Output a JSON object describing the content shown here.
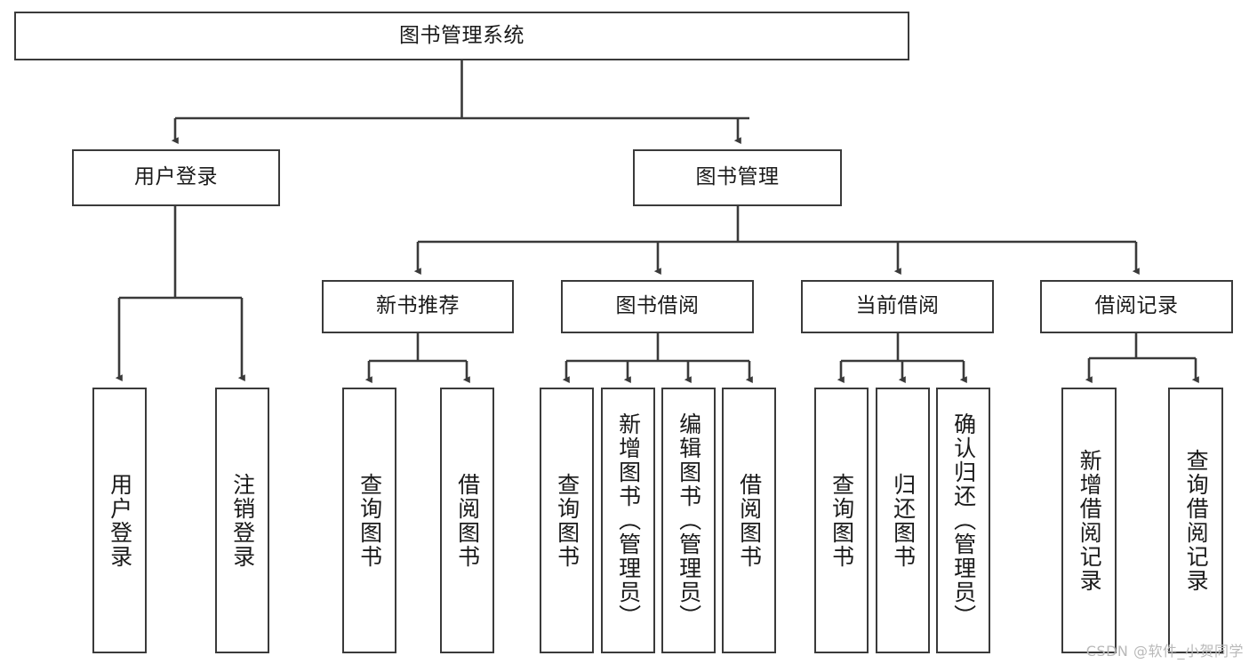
{
  "diagram": {
    "title": "图书管理系统",
    "watermark": "CSDN @软件_小贺同学",
    "colors": {
      "stroke": "#3a3a3a",
      "background": "#ffffff",
      "text": "#1a1a1a",
      "watermark": "#b9b9b9"
    },
    "nodes": {
      "root": {
        "label": "图书管理系统"
      },
      "level2": [
        {
          "label": "用户登录"
        },
        {
          "label": "图书管理"
        }
      ],
      "level3": [
        {
          "label": "新书推荐"
        },
        {
          "label": "图书借阅"
        },
        {
          "label": "当前借阅"
        },
        {
          "label": "借阅记录"
        }
      ],
      "leaves_user_login": [
        {
          "label": "用户登录"
        },
        {
          "label": "注销登录"
        }
      ],
      "leaves_new_books": [
        {
          "label": "查询图书"
        },
        {
          "label": "借阅图书"
        }
      ],
      "leaves_borrow": [
        {
          "label": "查询图书"
        },
        {
          "label": "新增图书（管理员）"
        },
        {
          "label": "编辑图书（管理员）"
        },
        {
          "label": "借阅图书"
        }
      ],
      "leaves_current": [
        {
          "label": "查询图书"
        },
        {
          "label": "归还图书"
        },
        {
          "label": "确认归还（管理员）"
        }
      ],
      "leaves_records": [
        {
          "label": "新增借阅记录"
        },
        {
          "label": "查询借阅记录"
        }
      ]
    }
  }
}
